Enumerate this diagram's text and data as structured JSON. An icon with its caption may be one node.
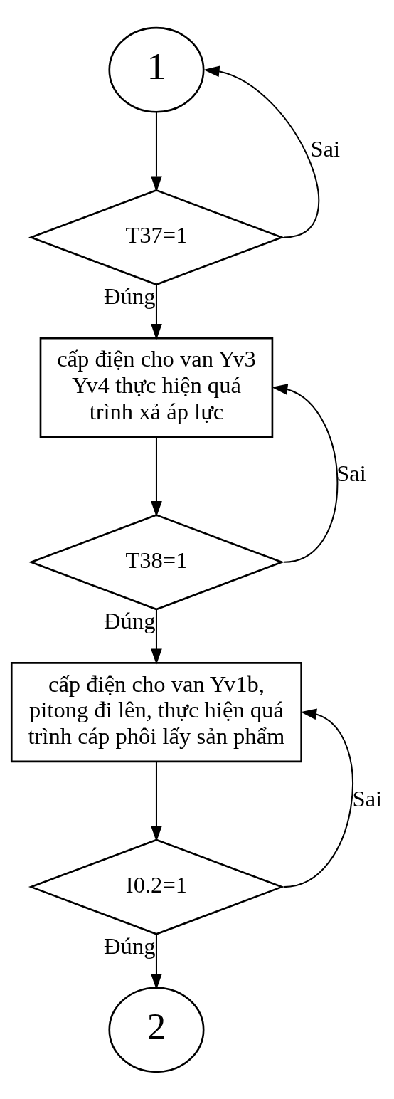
{
  "diagram": {
    "nodes": [
      {
        "text": [
          "1"
        ]
      },
      {
        "text": [
          "T37=1"
        ]
      },
      {
        "text": [
          "cấp điện cho van Yv3 Yv4 thực hiện quá trình xả áp lực"
        ]
      },
      {
        "text": [
          "T38=1"
        ]
      },
      {
        "text": [
          "cấp điện cho van Yv1b, pitong đi lên, thực hiện quá trình cáp phôi lấy sản phẩm"
        ]
      },
      {
        "text": [
          "I0.2=1"
        ]
      },
      {
        "text": [
          "2"
        ]
      }
    ],
    "edges": [
      {
        "from": 0,
        "to": 1,
        "arrow": "to"
      },
      {
        "from": 1,
        "to": 0,
        "arrow": "to",
        "label": "Sai"
      },
      {
        "from": 1,
        "to": 2,
        "arrow": "to",
        "label": "Đúng"
      },
      {
        "from": 2,
        "to": 3,
        "arrow": "to"
      },
      {
        "from": 3,
        "to": 2,
        "arrow": "to",
        "label": "Sai"
      },
      {
        "from": 3,
        "to": 4,
        "arrow": "to",
        "label": "Đúng"
      },
      {
        "from": 4,
        "to": 5,
        "arrow": "to"
      },
      {
        "from": 5,
        "to": 4,
        "arrow": "to",
        "label": "Sai"
      },
      {
        "from": 5,
        "to": 6,
        "arrow": "to",
        "label": "Đúng"
      }
    ]
  }
}
